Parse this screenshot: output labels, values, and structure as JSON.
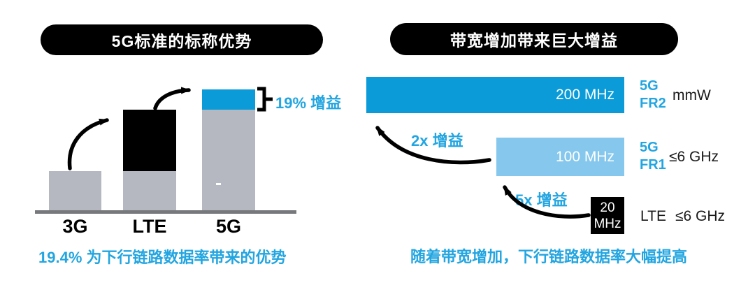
{
  "colors": {
    "strong_blue": "#0A9BD8",
    "light_blue": "#85C7ED",
    "bar_gray": "#B5B8C1",
    "baseline_gray": "#77787B",
    "text_blue": "#22A5E0",
    "black": "#000000"
  },
  "left_panel": {
    "title": "5G标准的标称优势",
    "gain_annotation": "19% 增益",
    "bar_labels": [
      "3G",
      "LTE",
      "5G"
    ],
    "caption": "19.4% 为下行链路数据率带来的优势"
  },
  "right_panel": {
    "title": "带宽增加带来巨大增益",
    "bars": [
      {
        "value": "200 MHz",
        "tech": "5G",
        "band": "FR2",
        "spectrum": "mmW"
      },
      {
        "value": "100 MHz",
        "tech": "5G",
        "band": "FR1",
        "spectrum": "≤6 GHz"
      },
      {
        "value_top": "20",
        "value_bottom": "MHz",
        "tech": "LTE",
        "spectrum": "≤6 GHz"
      }
    ],
    "gain_annotations": [
      "2x 增益",
      "5x 增益"
    ],
    "caption": "随着带宽增加，下行链路数据率大幅提高"
  },
  "chart_data": [
    {
      "type": "bar",
      "title": "5G标准的标称优势",
      "categories": [
        "3G",
        "LTE",
        "5G"
      ],
      "stacked": true,
      "series": [
        {
          "name": "gray-base",
          "color": "#B5B8C1",
          "values": [
            1.0,
            1.0,
            2.5
          ]
        },
        {
          "name": "black-lte-increment",
          "color": "#000000",
          "values": [
            0,
            1.5,
            0
          ]
        },
        {
          "name": "blue-5g-gain",
          "color": "#0A9BD8",
          "values": [
            0,
            0,
            0.5
          ]
        }
      ],
      "annotation": "19% 增益",
      "xlabel": "",
      "ylabel": "",
      "note": "19.4% 为下行链路数据率带来的优势",
      "grid": false,
      "axis_ticks": false
    },
    {
      "type": "bar",
      "orientation": "horizontal",
      "title": "带宽增加带来巨大增益",
      "categories": [
        "5G FR2 mmW",
        "5G FR1 ≤6 GHz",
        "LTE ≤6 GHz"
      ],
      "values": [
        200,
        100,
        20
      ],
      "unit": "MHz",
      "bar_colors": [
        "#0A9BD8",
        "#85C7ED",
        "#000000"
      ],
      "annotations": [
        "2x 增益",
        "5x 增益"
      ],
      "note": "随着带宽增加，下行链路数据率大幅提高",
      "grid": false,
      "axis_ticks": false
    }
  ]
}
